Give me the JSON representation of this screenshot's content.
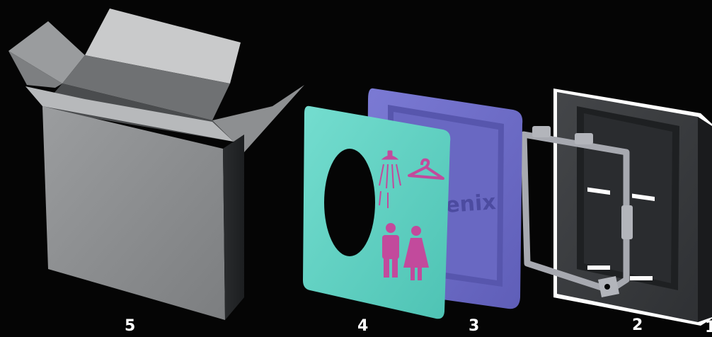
{
  "labels": {
    "part_5": "5",
    "part_4": "4",
    "part_3": "3",
    "part_2": "2",
    "part_1": "1"
  },
  "plate_text": "enix",
  "colors": {
    "background": "#050505",
    "box": "#8f9193",
    "cover": "#5fd1c2",
    "cover_icons": "#c24a9c",
    "trim_plate": "#6e6dc8",
    "bracket": "#a7a9b0",
    "housing": "#3b3d40"
  },
  "icons": [
    "shower-icon",
    "hanger-icon",
    "male-person-icon",
    "female-person-icon"
  ]
}
